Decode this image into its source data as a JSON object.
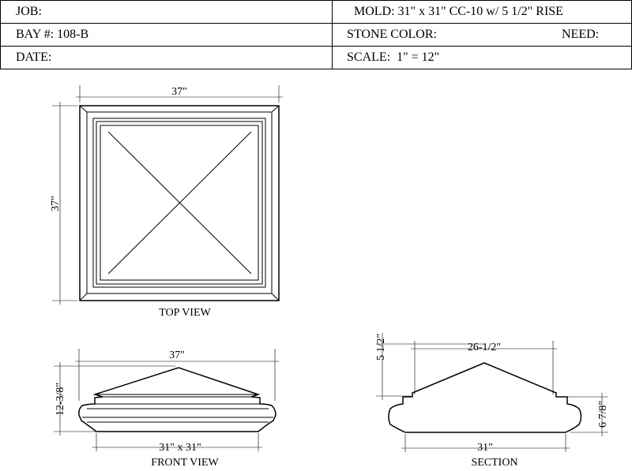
{
  "title_block": {
    "job_label": "JOB:",
    "mold_label": "MOLD: 31\" x 31\" CC-10 w/ 5 1/2\" RISE",
    "bay_label": "BAY #: 108-B",
    "stone_color_label": "STONE COLOR:",
    "need_label": "NEED:",
    "date_label": "DATE:",
    "scale_label": "SCALE:  1\" = 12\""
  },
  "top_view": {
    "caption": "TOP VIEW",
    "width_dim": "37\"",
    "height_dim": "37\""
  },
  "front_view": {
    "caption": "FRONT VIEW",
    "width_dim": "37\"",
    "height_dim": "12-3/8\"",
    "base_dim": "31\" x 31\""
  },
  "section": {
    "caption": "SECTION",
    "rise_dim": "5 1/2\"",
    "top_dim": "26-1/2\"",
    "base_dim": "31\"",
    "side_dim": "6 7/8\""
  }
}
